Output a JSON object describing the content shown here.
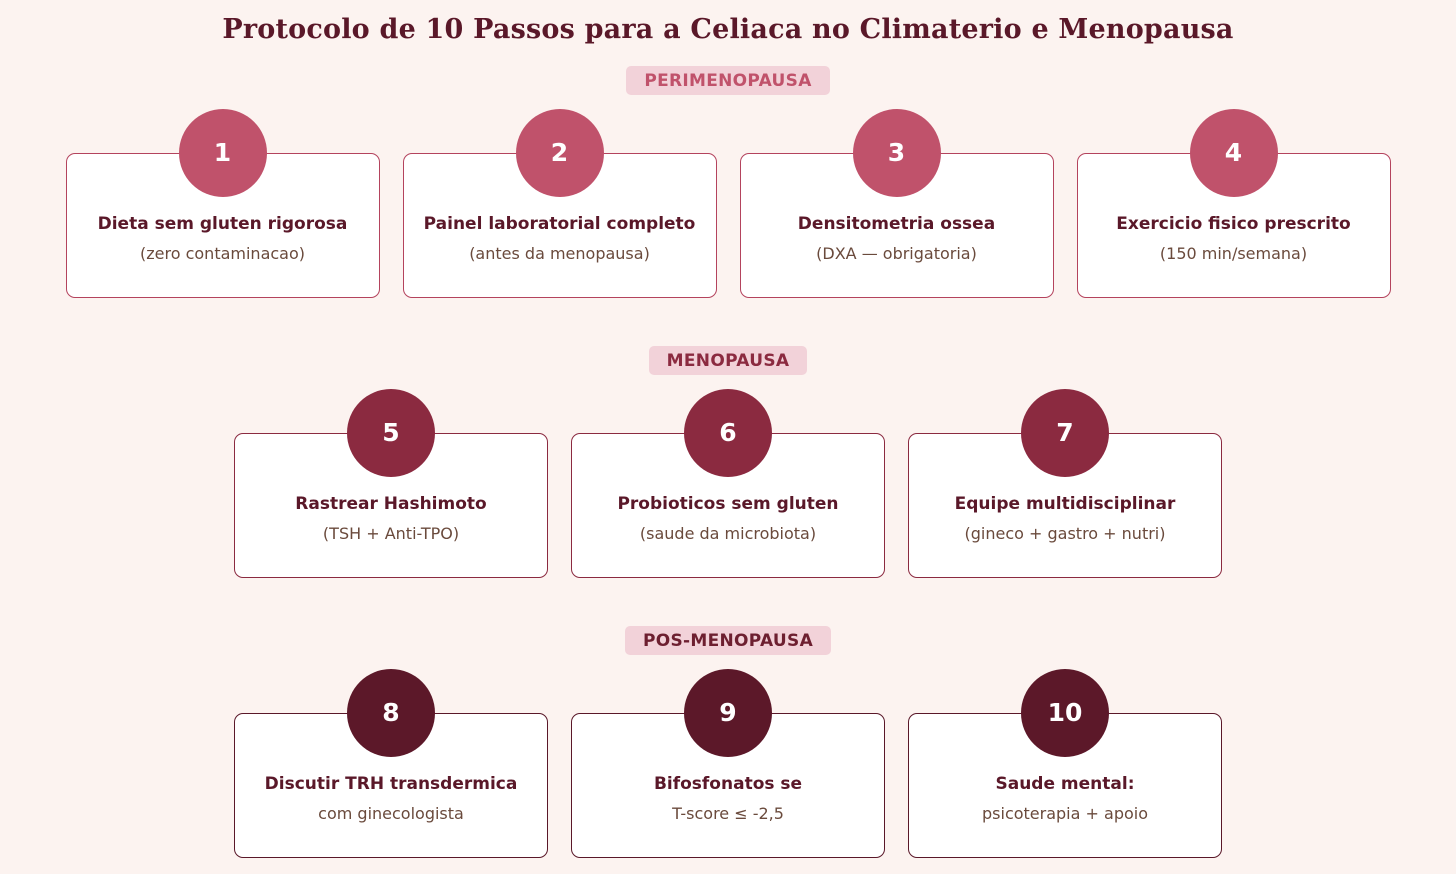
{
  "title": "Protocolo de 10 Passos para a Celiaca no Climaterio e Menopausa",
  "phases": [
    {
      "label": "PERIMENOPAUSA",
      "steps": [
        {
          "number": "1",
          "title": "Dieta sem gluten rigorosa",
          "subtitle": "(zero contaminacao)"
        },
        {
          "number": "2",
          "title": "Painel laboratorial completo",
          "subtitle": "(antes da menopausa)"
        },
        {
          "number": "3",
          "title": "Densitometria ossea",
          "subtitle": "(DXA — obrigatoria)"
        },
        {
          "number": "4",
          "title": "Exercicio fisico prescrito",
          "subtitle": "(150 min/semana)"
        }
      ]
    },
    {
      "label": "MENOPAUSA",
      "steps": [
        {
          "number": "5",
          "title": "Rastrear Hashimoto",
          "subtitle": "(TSH + Anti-TPO)"
        },
        {
          "number": "6",
          "title": "Probioticos sem gluten",
          "subtitle": "(saude da microbiota)"
        },
        {
          "number": "7",
          "title": "Equipe multidisciplinar",
          "subtitle": "(gineco + gastro + nutri)"
        }
      ]
    },
    {
      "label": "POS-MENOPAUSA",
      "steps": [
        {
          "number": "8",
          "title": "Discutir TRH transdermica",
          "subtitle": "com ginecologista"
        },
        {
          "number": "9",
          "title": "Bifosfonatos se",
          "subtitle": "T-score ≤ -2,5"
        },
        {
          "number": "10",
          "title": "Saude mental:",
          "subtitle": "psicoterapia + apoio"
        }
      ]
    }
  ],
  "colors": {
    "background": "#fcf3f0",
    "perimenopausa": "#c0526b",
    "menopausa": "#8b2a40",
    "pos_menopausa": "#5c1829",
    "title": "#5a1829"
  }
}
